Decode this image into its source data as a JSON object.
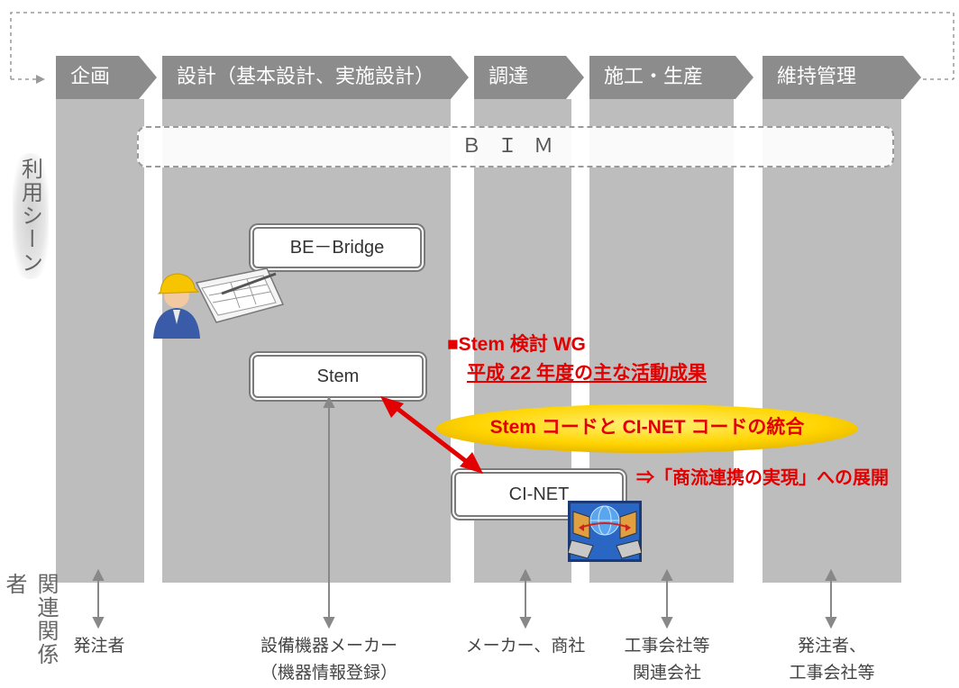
{
  "phases": {
    "planning": "企画",
    "design": "設計（基本設計、実施設計）",
    "procurement": "調達",
    "construction": "施工・生産",
    "maintenance": "維持管理"
  },
  "bim_label": "ＢＩＭ",
  "side_labels": {
    "usage_scene": "利用シーン",
    "stakeholders": "関連関係者"
  },
  "systems": {
    "be_bridge": "BE－Bridge",
    "stem": "Stem",
    "ci_net": "CI-NET"
  },
  "annotation": {
    "wg_title": "■Stem 検討 WG",
    "subtitle": "平成 22 年度の主な活動成果",
    "ellipse_text": "Stem コードと CI-NET コードの統合",
    "expansion": "⇒「商流連携の実現」への展開"
  },
  "stakeholders": {
    "orderer": "発注者",
    "maker_line1": "設備機器メーカー",
    "maker_line2": "（機器情報登録）",
    "maker_trading": "メーカー、商社",
    "contractor_line1": "工事会社等",
    "contractor_line2": "関連会社",
    "orderer_contractor_line1": "発注者、",
    "orderer_contractor_line2": "工事会社等"
  },
  "colors": {
    "column_gray": "#bdbdbd",
    "header_gray": "#8c8c8c",
    "accent_red": "#e30000",
    "ellipse_yellow": "#ffd400"
  },
  "icons": [
    "worker-with-blueprint-icon",
    "network-computers-icon"
  ]
}
